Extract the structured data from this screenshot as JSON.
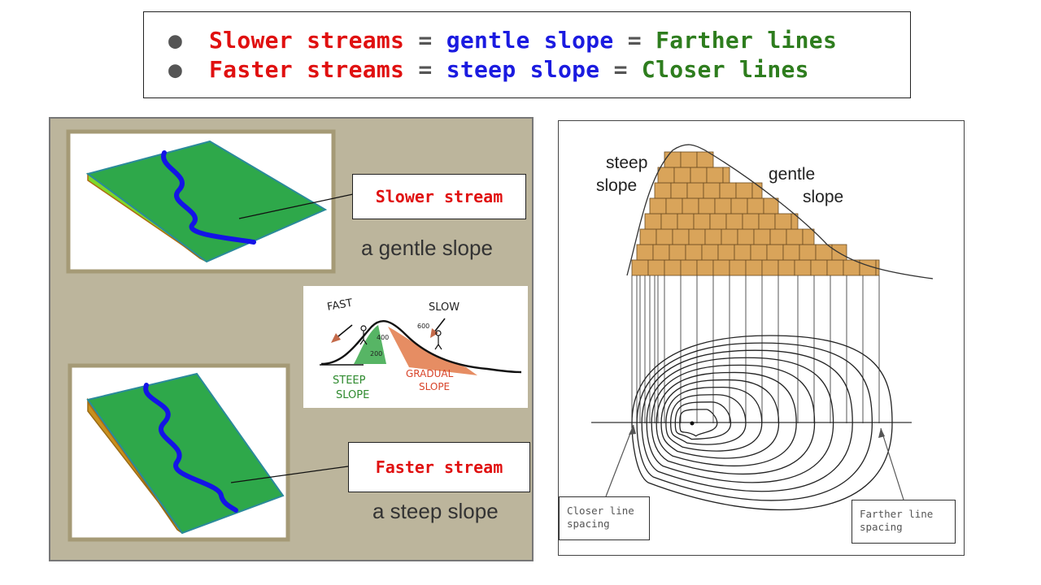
{
  "rules": {
    "line1": {
      "bullet": "●",
      "stream": "Slower streams",
      "eq1": " = ",
      "slope": "gentle slope",
      "eq2": " = ",
      "lines": "Farther lines"
    },
    "line2": {
      "bullet": "●",
      "stream": "Faster streams",
      "eq1": " = ",
      "slope": "steep slope",
      "eq2": " = ",
      "lines": "Closer lines"
    }
  },
  "left_panel": {
    "gentle_callout": "Slower stream",
    "gentle_label": "a gentle slope",
    "steep_callout": "Faster stream",
    "steep_label": "a steep slope",
    "sketch": {
      "fast": "FAST",
      "slow": "SLOW",
      "steep_1": "STEEP",
      "steep_2": "SLOPE",
      "gradual_1": "GRADUAL",
      "gradual_2": "SLOPE",
      "elev_400": "400",
      "elev_200": "200",
      "elev_600": "600"
    }
  },
  "right_panel": {
    "steep_1": "steep",
    "steep_2": "slope",
    "gentle_1": "gentle",
    "gentle_2": "slope",
    "closer_1": "Closer line",
    "closer_2": "spacing",
    "farther_1": "Farther line",
    "farther_2": "spacing"
  },
  "colors": {
    "red": "#e01010",
    "blue": "#1b1be0",
    "green": "#2e7d1e",
    "slope_top": "#2ea84a",
    "slope_side": "#7ed82a",
    "stream": "#1414e6",
    "profile_fill": "#d9a45a",
    "panel_bg": "#bcb59c"
  }
}
